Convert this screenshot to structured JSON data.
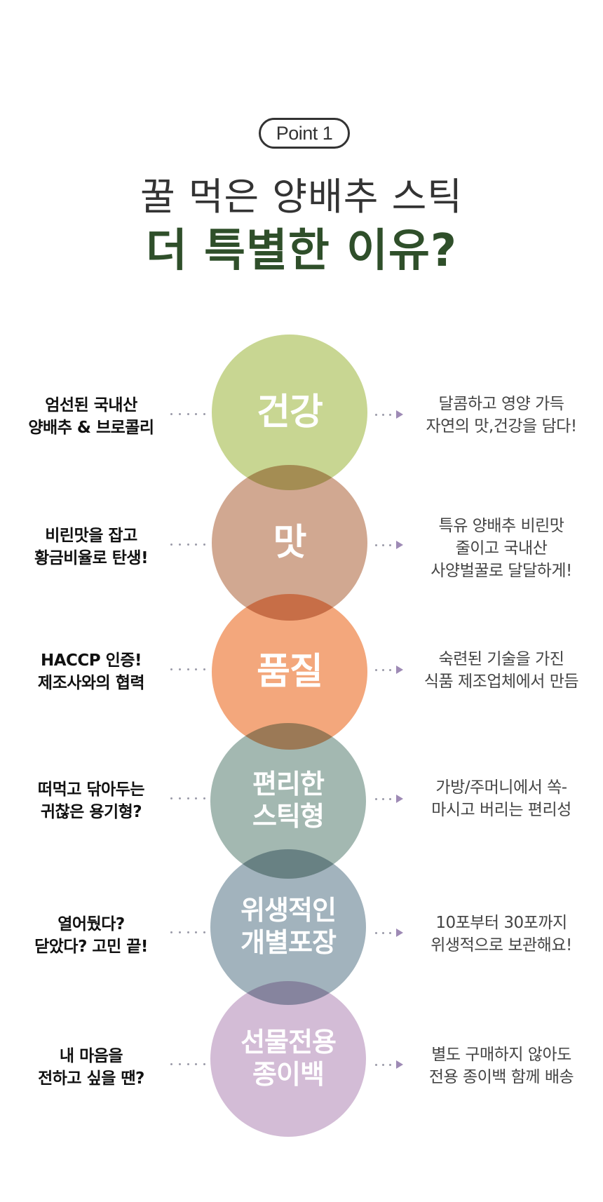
{
  "header": {
    "badge": "Point 1",
    "title_line1": "꿀 먹은 양배추 스틱",
    "title_line2": "더 특별한 이유?"
  },
  "colors": {
    "title_green": "#2f4f2a",
    "circle_health": "#c8d692",
    "circle_taste": "#d1a891",
    "circle_quality": "#f3a77c",
    "circle_convenience": "#a3b8b1",
    "circle_hygiene": "#a2b3bd",
    "circle_gift": "#d3bcd6"
  },
  "features": [
    {
      "circle_label": [
        "건강"
      ],
      "left": [
        "엄선된 국내산",
        "양배추 & 브로콜리"
      ],
      "right": [
        "달콤하고 영양 가득",
        "자연의 맛,건강을 담다!"
      ]
    },
    {
      "circle_label": [
        "맛"
      ],
      "left": [
        "비린맛을 잡고",
        "황금비율로 탄생!"
      ],
      "right": [
        "특유 양배추 비린맛",
        "줄이고 국내산",
        "사양벌꿀로 달달하게!"
      ]
    },
    {
      "circle_label": [
        "품질"
      ],
      "left": [
        "HACCP 인증!",
        "제조사와의 협력"
      ],
      "right": [
        "숙련된 기술을 가진",
        "식품 제조업체에서 만듬"
      ]
    },
    {
      "circle_label": [
        "편리한",
        "스틱형"
      ],
      "left": [
        "떠먹고 닦아두는",
        "귀찮은 용기형?"
      ],
      "right": [
        "가방/주머니에서 쏙-",
        "마시고 버리는 편리성"
      ]
    },
    {
      "circle_label": [
        "위생적인",
        "개별포장"
      ],
      "left": [
        "열어뒀다?",
        "닫았다? 고민 끝!"
      ],
      "right": [
        "10포부터 30포까지",
        "위생적으로 보관해요!"
      ]
    },
    {
      "circle_label": [
        "선물전용",
        "종이백"
      ],
      "left": [
        "내 마음을",
        "전하고 싶을 땐?"
      ],
      "right": [
        "별도 구매하지 않아도",
        "전용 종이백 함께 배송"
      ]
    }
  ]
}
